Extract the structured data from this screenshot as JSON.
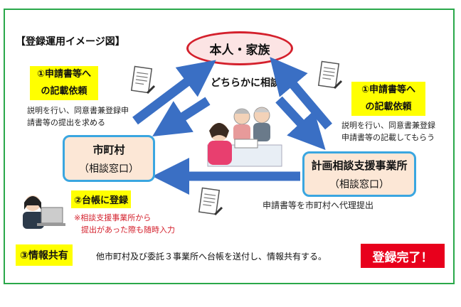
{
  "title": "【登録運用イメージ図】",
  "center_person": "本人・家族",
  "consult_label": "どちらかに相談",
  "left_request": {
    "line1": "①申請書等へ",
    "line2": "の記載依頼",
    "desc1": "説明を行い、同意書兼登録申",
    "desc2": "請書等の提出を求める"
  },
  "right_request": {
    "line1": "①申請書等へ",
    "line2": "の記載依頼",
    "desc1": "説明を行い、同意書兼登録",
    "desc2": "申請書等の記載してもらう"
  },
  "municipality": {
    "name": "市町村",
    "sub": "（相談窓口）"
  },
  "planning_office": {
    "name": "計画相談支援事業所",
    "sub": "（相談窓口）"
  },
  "proxy_submit": "申請書等を市町村へ代理提出",
  "register": {
    "label": "②台帳に登録",
    "note1": "※相談支援事業所から",
    "note2": "提出があった際も随時入力"
  },
  "share": {
    "label": "③情報共有",
    "desc": "他市町村及び委託３事業所へ台帳を送付し、情報共有する。"
  },
  "complete_label": "登録完了！",
  "colors": {
    "frame": "#2aa84a",
    "ellipse_border": "#d4202c",
    "box_border": "#3aa6e0",
    "box_fill": "#fce7d6",
    "arrow": "#3a6fc4",
    "highlight": "#ffff00",
    "complete_bg": "#e8001c"
  }
}
